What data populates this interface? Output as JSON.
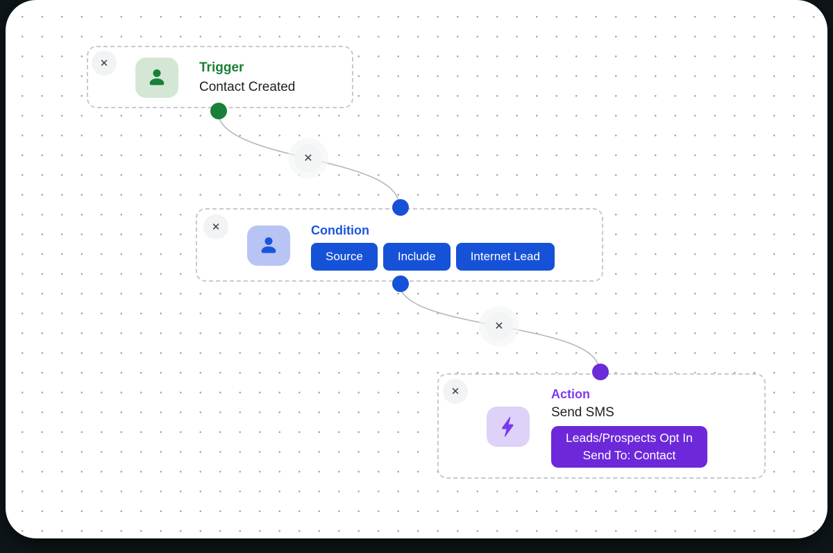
{
  "ui": {
    "close_glyph": "✕"
  },
  "canvas": {
    "background": "#ffffff",
    "outside_background": "#0e1619",
    "grid_dot_color": "#a3a5a8",
    "connector_color": "#b3b6b9"
  },
  "nodes": {
    "trigger": {
      "type_label": "Trigger",
      "title": "Contact Created",
      "accent": "#188038",
      "icon": "person-icon",
      "icon_bg": "#d4e7d5",
      "handle_color": "#188038"
    },
    "condition": {
      "type_label": "Condition",
      "accent": "#1a56db",
      "icon": "person-icon",
      "icon_bg": "#b7c4f4",
      "chips": [
        "Source",
        "Include",
        "Internet Lead"
      ],
      "chip_bg": "#1652d8",
      "handle_color": "#1652d8"
    },
    "action": {
      "type_label": "Action",
      "title": "Send SMS",
      "accent": "#7c3aed",
      "icon": "lightning-icon",
      "icon_bg": "#ded2f8",
      "pill_lines": [
        "Leads/Prospects Opt In",
        "Send To: Contact"
      ],
      "pill_bg": "#6d28d9",
      "handle_color": "#6a2bd8"
    }
  }
}
